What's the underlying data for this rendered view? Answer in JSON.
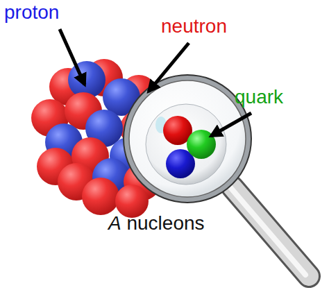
{
  "diagram": {
    "labels": [
      "proton",
      "neutron",
      "quark",
      "A nucleons"
    ]
  }
}
